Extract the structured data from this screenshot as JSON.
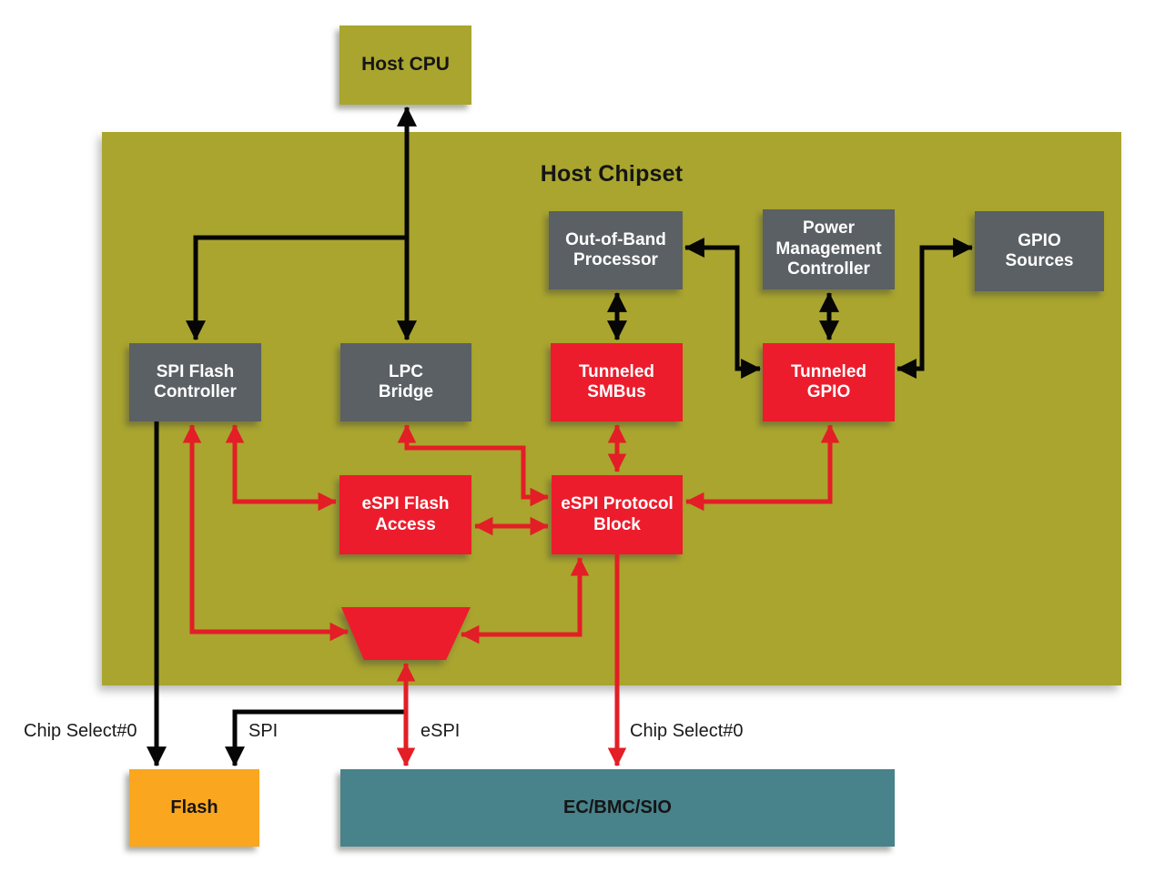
{
  "colors": {
    "background": "#FFFFFF",
    "chipset-fill": "#A9A52F",
    "gray-box": "#5A6064",
    "red-box": "#EC1C2C",
    "red-wire": "#E31E26",
    "black-wire": "#060606",
    "flash-orange": "#FAA61E",
    "ec-teal": "#48828B"
  },
  "chipset": {
    "title": "Host Chipset"
  },
  "nodes": {
    "host_cpu": {
      "label": "Host CPU"
    },
    "oob_processor": {
      "label": "Out-of-Band\nProcessor"
    },
    "power_mgmt": {
      "label": "Power\nManagement\nController"
    },
    "gpio_sources": {
      "label": "GPIO\nSources"
    },
    "spi_flash_controller": {
      "label": "SPI Flash\nController"
    },
    "lpc_bridge": {
      "label": "LPC\nBridge"
    },
    "tunneled_smbus": {
      "label": "Tunneled\nSMBus"
    },
    "tunneled_gpio": {
      "label": "Tunneled\nGPIO"
    },
    "espi_flash_access": {
      "label": "eSPI Flash\nAccess"
    },
    "espi_protocol_block": {
      "label": "eSPI Protocol\nBlock"
    },
    "mux": {
      "label": ""
    },
    "flash": {
      "label": "Flash"
    },
    "ec_bmc_sio": {
      "label": "EC/BMC/SIO"
    }
  },
  "wire_labels": {
    "chip_select_flash": "Chip Select#0",
    "spi": "SPI",
    "espi": "eSPI",
    "chip_select_ec": "Chip Select#0"
  },
  "edges": [
    {
      "from": "host_cpu",
      "to": "lpc_bridge",
      "color": "black",
      "arrows": "both"
    },
    {
      "from": "host_cpu",
      "to": "spi_flash_controller",
      "color": "black",
      "arrows": "to"
    },
    {
      "from": "oob_processor",
      "to": "tunneled_smbus",
      "color": "black",
      "arrows": "both"
    },
    {
      "from": "power_mgmt",
      "to": "tunneled_gpio",
      "color": "black",
      "arrows": "both"
    },
    {
      "from": "oob_processor",
      "to": "tunneled_gpio",
      "color": "black",
      "arrows": "both"
    },
    {
      "from": "gpio_sources",
      "to": "tunneled_gpio",
      "color": "black",
      "arrows": "both"
    },
    {
      "from": "spi_flash_controller",
      "to": "flash",
      "color": "black",
      "arrows": "to",
      "label": "Chip Select#0"
    },
    {
      "from": "mux",
      "to": "flash",
      "color": "black",
      "arrows": "to",
      "label": "SPI"
    },
    {
      "from": "spi_flash_controller",
      "to": "espi_flash_access",
      "color": "red",
      "arrows": "both"
    },
    {
      "from": "spi_flash_controller",
      "to": "mux",
      "color": "red",
      "arrows": "both"
    },
    {
      "from": "lpc_bridge",
      "to": "espi_protocol_block",
      "color": "red",
      "arrows": "both"
    },
    {
      "from": "tunneled_smbus",
      "to": "espi_protocol_block",
      "color": "red",
      "arrows": "both"
    },
    {
      "from": "tunneled_gpio",
      "to": "espi_protocol_block",
      "color": "red",
      "arrows": "both"
    },
    {
      "from": "espi_flash_access",
      "to": "espi_protocol_block",
      "color": "red",
      "arrows": "both"
    },
    {
      "from": "espi_protocol_block",
      "to": "mux",
      "color": "red",
      "arrows": "both"
    },
    {
      "from": "mux",
      "to": "ec_bmc_sio",
      "color": "red",
      "arrows": "both",
      "label": "eSPI"
    },
    {
      "from": "espi_protocol_block",
      "to": "ec_bmc_sio",
      "color": "red",
      "arrows": "to",
      "label": "Chip Select#0"
    }
  ]
}
